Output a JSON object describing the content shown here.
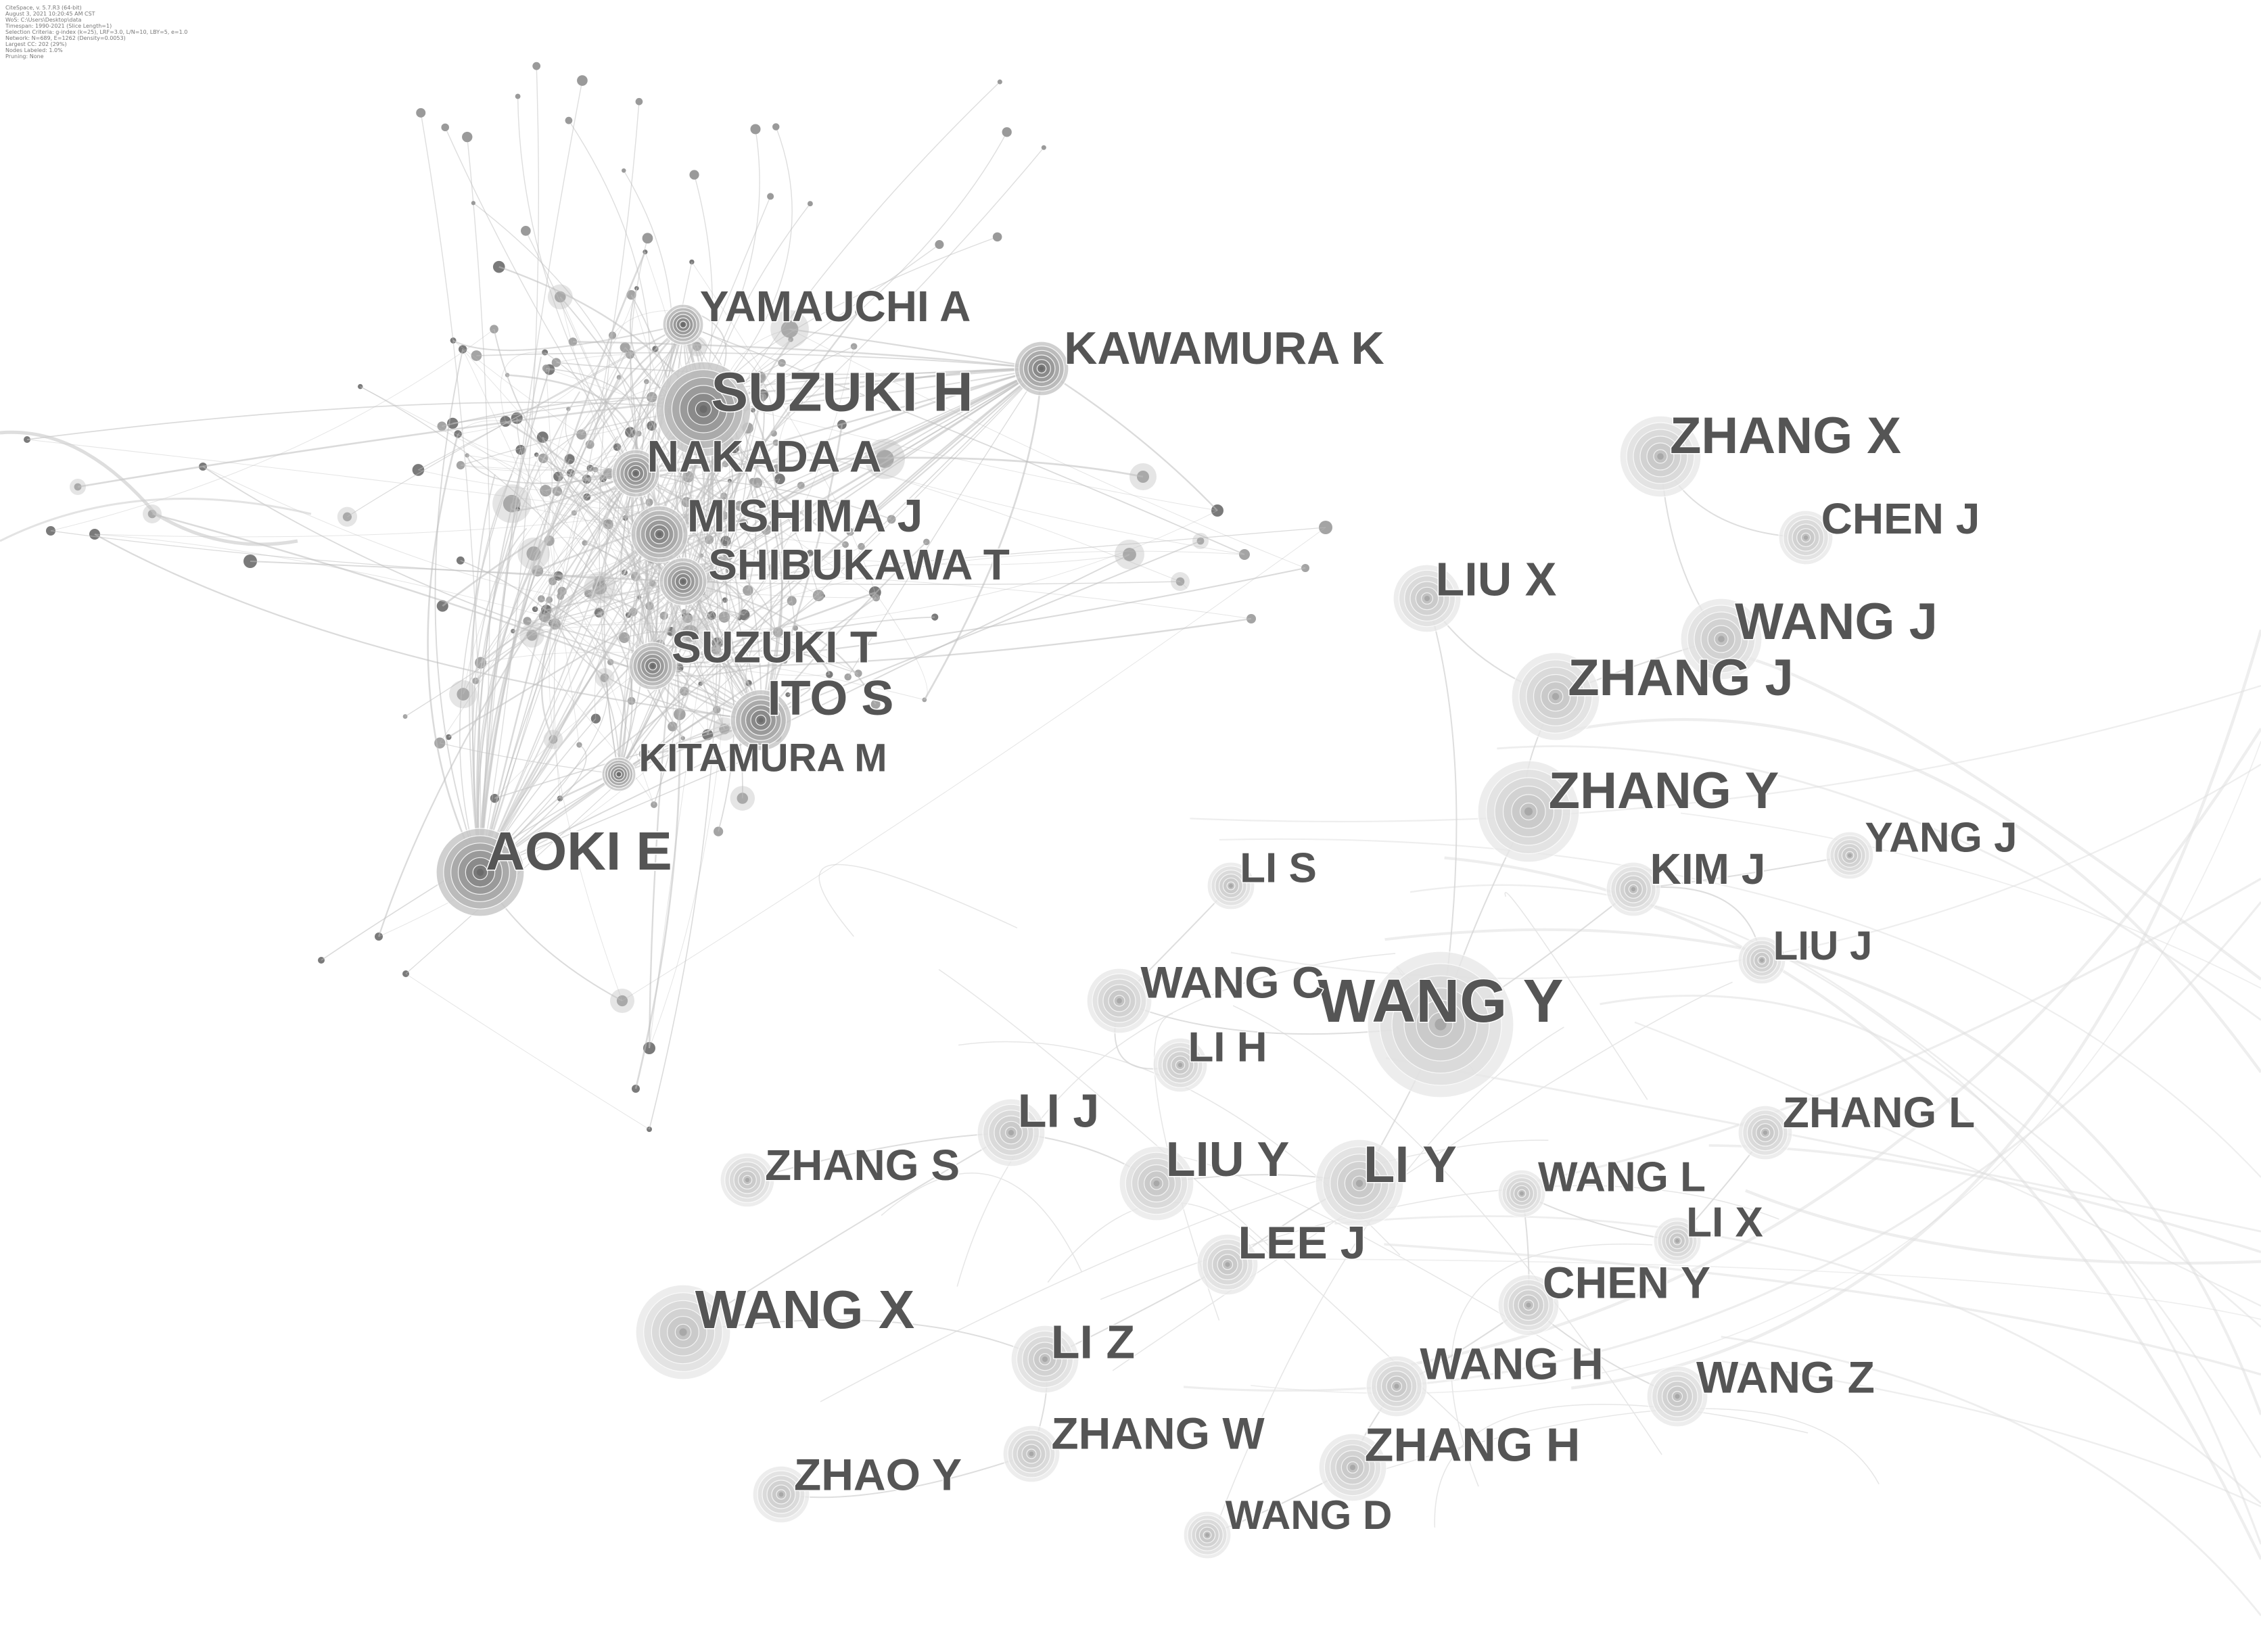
{
  "colors": {
    "background": "#ffffff",
    "label": "#555555",
    "edge": "#bdbdbd",
    "edge_faint": "#dddddd",
    "node_dark": "#6b6b6b",
    "node_mid": "#9a9a9a",
    "node_light": "#cfcfcf"
  },
  "nodes": [
    {
      "id": "wang-y",
      "label": "WANG Y",
      "cluster": "china",
      "weight": 10
    },
    {
      "id": "suzuki-h",
      "label": "SUZUKI H",
      "cluster": "japan",
      "weight": 8
    },
    {
      "id": "aoki-e",
      "label": "AOKI E",
      "cluster": "japan",
      "weight": 8
    },
    {
      "id": "wang-x",
      "label": "WANG X",
      "cluster": "china",
      "weight": 8
    },
    {
      "id": "zhang-x",
      "label": "ZHANG X",
      "cluster": "china",
      "weight": 7
    },
    {
      "id": "zhang-y",
      "label": "ZHANG Y",
      "cluster": "china",
      "weight": 7
    },
    {
      "id": "wang-j",
      "label": "WANG J",
      "cluster": "china",
      "weight": 7
    },
    {
      "id": "zhang-j",
      "label": "ZHANG J",
      "cluster": "china",
      "weight": 7
    },
    {
      "id": "li-y",
      "label": "LI Y",
      "cluster": "china",
      "weight": 7
    },
    {
      "id": "mishima-j",
      "label": "MISHIMA J",
      "cluster": "japan",
      "weight": 6
    },
    {
      "id": "ito-s",
      "label": "ITO S",
      "cluster": "japan",
      "weight": 6
    },
    {
      "id": "kawamura-k",
      "label": "KAWAMURA K",
      "cluster": "japan",
      "weight": 5
    },
    {
      "id": "nakada-a",
      "label": "NAKADA A",
      "cluster": "japan",
      "weight": 5
    },
    {
      "id": "shibukawa-t",
      "label": "SHIBUKAWA T",
      "cluster": "japan",
      "weight": 5
    },
    {
      "id": "suzuki-t",
      "label": "SUZUKI T",
      "cluster": "japan",
      "weight": 5
    },
    {
      "id": "yamauchi-a",
      "label": "YAMAUCHI A",
      "cluster": "japan",
      "weight": 5
    },
    {
      "id": "kitamura-m",
      "label": "KITAMURA M",
      "cluster": "japan",
      "weight": 4
    },
    {
      "id": "liu-x",
      "label": "LIU X",
      "cluster": "china",
      "weight": 5
    },
    {
      "id": "liu-y",
      "label": "LIU Y",
      "cluster": "china",
      "weight": 6
    },
    {
      "id": "li-j",
      "label": "LI J",
      "cluster": "china",
      "weight": 5
    },
    {
      "id": "li-z",
      "label": "LI Z",
      "cluster": "china",
      "weight": 5
    },
    {
      "id": "wang-c",
      "label": "WANG C",
      "cluster": "china",
      "weight": 5
    },
    {
      "id": "lee-j",
      "label": "LEE J",
      "cluster": "china",
      "weight": 5
    },
    {
      "id": "kim-j",
      "label": "KIM J",
      "cluster": "china",
      "weight": 4
    },
    {
      "id": "chen-j",
      "label": "CHEN J",
      "cluster": "china",
      "weight": 4
    },
    {
      "id": "chen-y",
      "label": "CHEN Y",
      "cluster": "china",
      "weight": 4
    },
    {
      "id": "zhang-h",
      "label": "ZHANG H",
      "cluster": "china",
      "weight": 5
    },
    {
      "id": "wang-h",
      "label": "WANG H",
      "cluster": "china",
      "weight": 5
    },
    {
      "id": "wang-z",
      "label": "WANG Z",
      "cluster": "china",
      "weight": 5
    },
    {
      "id": "zhang-w",
      "label": "ZHANG W",
      "cluster": "china",
      "weight": 5
    },
    {
      "id": "zhang-s",
      "label": "ZHANG S",
      "cluster": "china",
      "weight": 4
    },
    {
      "id": "zhang-l",
      "label": "ZHANG L",
      "cluster": "china",
      "weight": 4
    },
    {
      "id": "wang-l",
      "label": "WANG L",
      "cluster": "china",
      "weight": 4
    },
    {
      "id": "li-x",
      "label": "LI X",
      "cluster": "china",
      "weight": 4
    },
    {
      "id": "li-s",
      "label": "LI S",
      "cluster": "china",
      "weight": 4
    },
    {
      "id": "li-h",
      "label": "LI H",
      "cluster": "china",
      "weight": 4
    },
    {
      "id": "liu-j",
      "label": "LIU J",
      "cluster": "china",
      "weight": 4
    },
    {
      "id": "yang-j",
      "label": "YANG J",
      "cluster": "china",
      "weight": 4
    },
    {
      "id": "zhao-y",
      "label": "ZHAO Y",
      "cluster": "china",
      "weight": 4
    },
    {
      "id": "wang-d",
      "label": "WANG D",
      "cluster": "china",
      "weight": 4
    }
  ],
  "edges": [
    [
      "suzuki-h",
      "aoki-e"
    ],
    [
      "suzuki-h",
      "nakada-a"
    ],
    [
      "suzuki-h",
      "mishima-j"
    ],
    [
      "suzuki-h",
      "shibukawa-t"
    ],
    [
      "suzuki-h",
      "yamauchi-a"
    ],
    [
      "suzuki-h",
      "kawamura-k"
    ],
    [
      "mishima-j",
      "suzuki-t"
    ],
    [
      "shibukawa-t",
      "suzuki-t"
    ],
    [
      "suzuki-t",
      "ito-s"
    ],
    [
      "ito-s",
      "kitamura-m"
    ],
    [
      "kitamura-m",
      "aoki-e"
    ],
    [
      "nakada-a",
      "aoki-e"
    ],
    [
      "mishima-j",
      "aoki-e"
    ],
    [
      "shibukawa-t",
      "aoki-e"
    ],
    [
      "wang-y",
      "zhang-y"
    ],
    [
      "wang-y",
      "li-y"
    ],
    [
      "wang-y",
      "wang-c"
    ],
    [
      "wang-y",
      "kim-j"
    ],
    [
      "zhang-y",
      "zhang-j"
    ],
    [
      "zhang-j",
      "wang-j"
    ],
    [
      "wang-j",
      "zhang-x"
    ],
    [
      "zhang-x",
      "chen-j"
    ],
    [
      "li-y",
      "liu-y"
    ],
    [
      "liu-y",
      "li-j"
    ],
    [
      "li-j",
      "zhang-s"
    ],
    [
      "li-j",
      "wang-x"
    ],
    [
      "li-y",
      "lee-j"
    ],
    [
      "lee-j",
      "li-z"
    ],
    [
      "li-z",
      "wang-x"
    ],
    [
      "li-z",
      "zhang-w"
    ],
    [
      "zhang-w",
      "zhao-y"
    ],
    [
      "zhang-h",
      "wang-h"
    ],
    [
      "wang-h",
      "chen-y"
    ],
    [
      "chen-y",
      "wang-l"
    ],
    [
      "wang-l",
      "li-x"
    ],
    [
      "li-x",
      "zhang-l"
    ],
    [
      "wang-z",
      "chen-y"
    ],
    [
      "zhang-h",
      "wang-d"
    ],
    [
      "li-s",
      "wang-c"
    ],
    [
      "li-h",
      "wang-c"
    ],
    [
      "liu-j",
      "kim-j"
    ],
    [
      "yang-j",
      "kim-j"
    ],
    [
      "liu-x",
      "zhang-j"
    ],
    [
      "wang-y",
      "liu-x"
    ]
  ],
  "metadata_text": [
    "CiteSpace, v. 5.7.R3 (64-bit)",
    "August 3, 2021 10:20:45 AM CST",
    "WoS: C:\\Users\\Desktop\\data",
    "Timespan: 1990-2021 (Slice Length=1)",
    "Selection Criteria: g-index (k=25), LRF=3.0, L/N=10, LBY=5, e=1.0",
    "Network: N=689, E=1262 (Density=0.0053)",
    "Largest CC: 202 (29%)",
    "Nodes Labeled: 1.0%",
    "Pruning: None"
  ]
}
